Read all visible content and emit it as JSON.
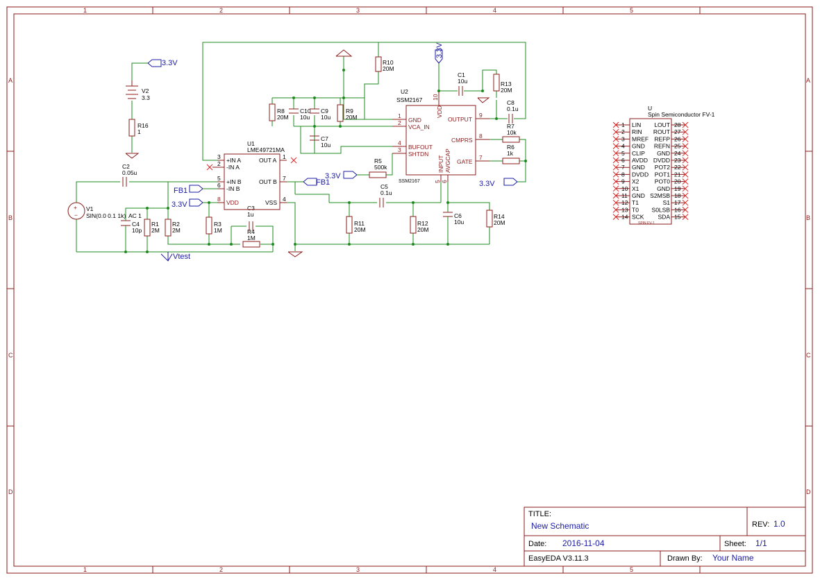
{
  "zones": {
    "columns": [
      "1",
      "2",
      "3",
      "4",
      "5"
    ],
    "rows": [
      "A",
      "B",
      "C",
      "D"
    ]
  },
  "title_block": {
    "title_label": "TITLE:",
    "title_value": "New Schematic",
    "rev_label": "REV:",
    "rev_value": "1.0",
    "date_label": "Date:",
    "date_value": "2016-11-04",
    "sheet_label": "Sheet:",
    "sheet_value": "1/1",
    "software": "EasyEDA V3.11.3",
    "drawn_label": "Drawn By:",
    "drawn_value": "Your Name"
  },
  "nets": {
    "v33_battery": "3.3V",
    "v33_ssm": "3.3V",
    "v33_vdd": "3.3V",
    "v33_shtdn": "3.3V",
    "v33_gate": "3.3V",
    "fb1_in": "FB1",
    "fb1_out": "FB1",
    "vtest": "Vtest"
  },
  "components": {
    "v2": {
      "ref": "V2",
      "value": "3.3"
    },
    "r16": {
      "ref": "R16",
      "value": "1"
    },
    "c2": {
      "ref": "C2",
      "value": "0.05u"
    },
    "v1": {
      "ref": "V1",
      "value": "SIN(0.0 0.1 1k)",
      "ac": "AC 1"
    },
    "c4": {
      "ref": "C4",
      "value": "10p"
    },
    "r1": {
      "ref": "R1",
      "value": "2M"
    },
    "r2": {
      "ref": "R2",
      "value": "2M"
    },
    "r3": {
      "ref": "R3",
      "value": "1M"
    },
    "c3": {
      "ref": "C3",
      "value": "1u"
    },
    "r4": {
      "ref": "R4",
      "value": "1M"
    },
    "r8": {
      "ref": "R8",
      "value": "20M"
    },
    "c10": {
      "ref": "C10",
      "value": "10u"
    },
    "c9": {
      "ref": "C9",
      "value": "10u"
    },
    "r9": {
      "ref": "R9",
      "value": "20M"
    },
    "c7": {
      "ref": "C7",
      "value": "10u"
    },
    "r10": {
      "ref": "R10",
      "value": "20M"
    },
    "r5": {
      "ref": "R5",
      "value": "500k"
    },
    "c1": {
      "ref": "C1",
      "value": "10u"
    },
    "r13": {
      "ref": "R13",
      "value": "20M"
    },
    "c8": {
      "ref": "C8",
      "value": "0.1u"
    },
    "r7": {
      "ref": "R7",
      "value": "10k"
    },
    "r6": {
      "ref": "R6",
      "value": "1k"
    },
    "c5": {
      "ref": "C5",
      "value": "0.1u"
    },
    "r11": {
      "ref": "R11",
      "value": "20M"
    },
    "r12": {
      "ref": "R12",
      "value": "20M"
    },
    "c6": {
      "ref": "C6",
      "value": "10u"
    },
    "r14": {
      "ref": "R14",
      "value": "20M"
    }
  },
  "u1": {
    "ref": "U1",
    "part": "LME49721MA",
    "pins_left": [
      {
        "num": "3",
        "name": "+IN A"
      },
      {
        "num": "2",
        "name": "-IN A"
      },
      {
        "num": "5",
        "name": "+IN B"
      },
      {
        "num": "6",
        "name": "-IN B"
      },
      {
        "num": "8",
        "name": "VDD"
      }
    ],
    "pins_right": [
      {
        "num": "1",
        "name": "OUT A"
      },
      {
        "num": "7",
        "name": "OUT B"
      },
      {
        "num": "4",
        "name": "VSS"
      }
    ]
  },
  "u2": {
    "ref": "U2",
    "part": "SSM2167",
    "sub": "SSM2167",
    "pins_left": [
      {
        "num": "1",
        "name": "GND"
      },
      {
        "num": "2",
        "name": "VCA_IN"
      },
      {
        "num": "4",
        "name": "BUFOUT"
      },
      {
        "num": "3",
        "name": "SHTDN"
      }
    ],
    "pins_right": [
      {
        "num": "9",
        "name": "OUTPUT"
      },
      {
        "num": "8",
        "name": "CMPRS"
      },
      {
        "num": "7",
        "name": "GATE"
      }
    ],
    "pin_top": {
      "num": "10",
      "name": "VDD"
    },
    "pins_bottom": [
      {
        "num": "5",
        "name": "INPUT"
      },
      {
        "num": "6",
        "name": "AVGCAP"
      }
    ]
  },
  "u3": {
    "ref": "U",
    "part": "Spin Semiconductor FV-1",
    "logo": "SPIN    FV-1",
    "pins_left": [
      {
        "num": "1",
        "name": "LIN"
      },
      {
        "num": "2",
        "name": "RIN"
      },
      {
        "num": "3",
        "name": "MREF"
      },
      {
        "num": "4",
        "name": "GND"
      },
      {
        "num": "5",
        "name": "CLIP"
      },
      {
        "num": "6",
        "name": "AVDD"
      },
      {
        "num": "7",
        "name": "GND"
      },
      {
        "num": "8",
        "name": "DVDD"
      },
      {
        "num": "9",
        "name": "X2"
      },
      {
        "num": "10",
        "name": "X1"
      },
      {
        "num": "11",
        "name": "GND"
      },
      {
        "num": "12",
        "name": "T1"
      },
      {
        "num": "13",
        "name": "T0"
      },
      {
        "num": "14",
        "name": "SCK"
      }
    ],
    "pins_right": [
      {
        "num": "28",
        "name": "LOUT"
      },
      {
        "num": "27",
        "name": "ROUT"
      },
      {
        "num": "26",
        "name": "REFP"
      },
      {
        "num": "25",
        "name": "REFN"
      },
      {
        "num": "24",
        "name": "GND"
      },
      {
        "num": "23",
        "name": "DVDD"
      },
      {
        "num": "22",
        "name": "POT2"
      },
      {
        "num": "21",
        "name": "POT1"
      },
      {
        "num": "20",
        "name": "POT0"
      },
      {
        "num": "19",
        "name": "GND"
      },
      {
        "num": "18",
        "name": "S2MSB"
      },
      {
        "num": "17",
        "name": "S1"
      },
      {
        "num": "16",
        "name": "S0LSB"
      },
      {
        "num": "15",
        "name": "SDA"
      }
    ]
  }
}
